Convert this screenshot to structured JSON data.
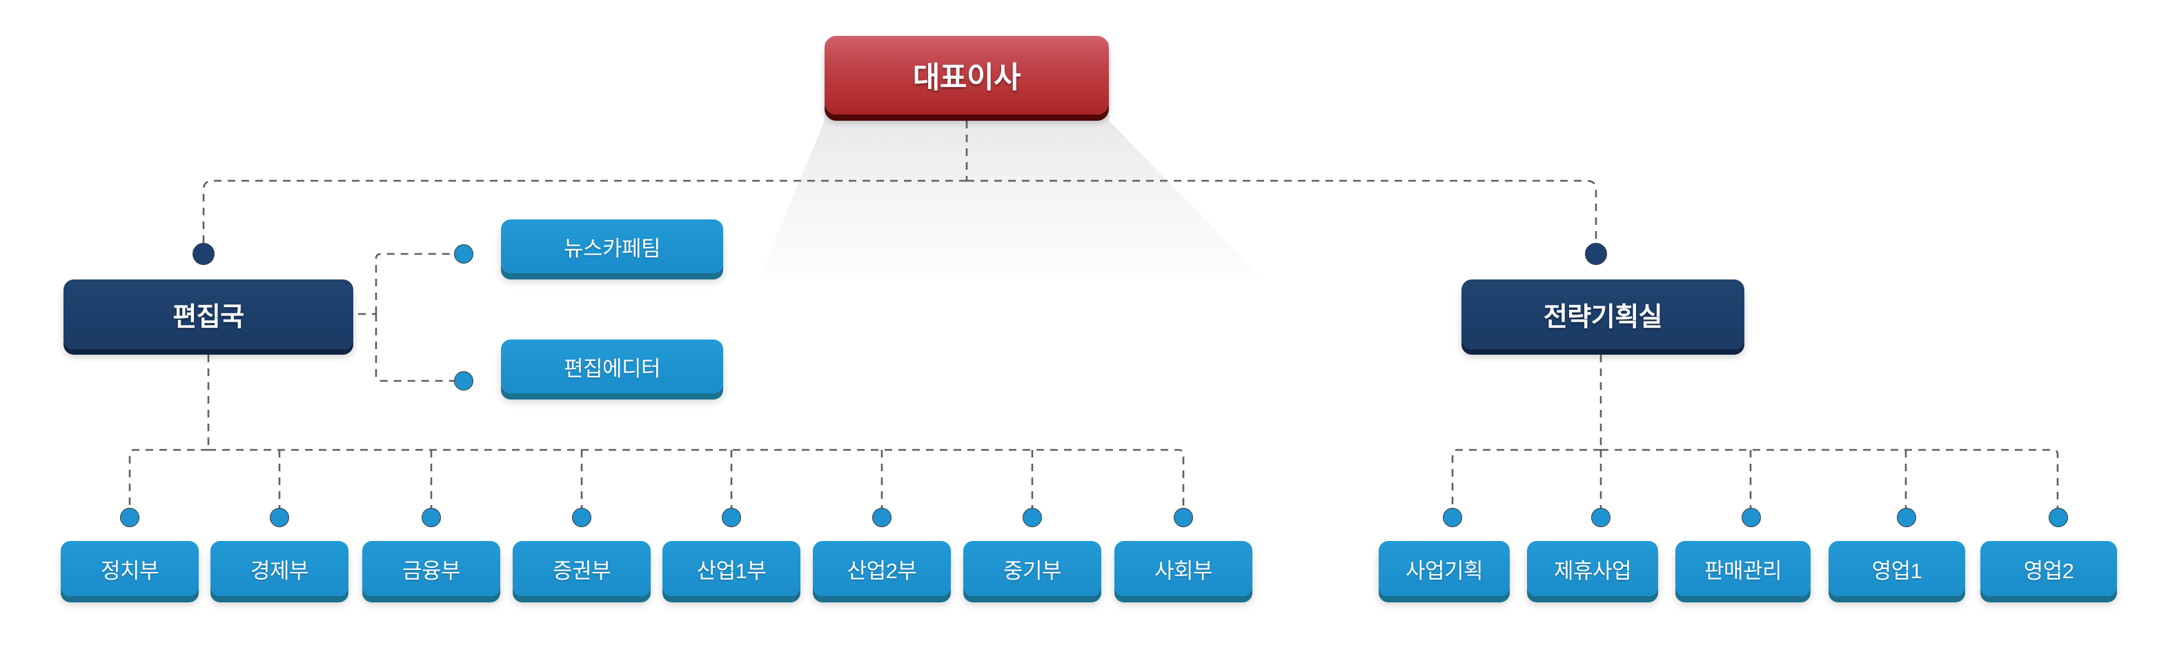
{
  "chart_title": "",
  "colors": {
    "background": "#ffffff",
    "ceo_red_top": "#d2606a",
    "ceo_red_bottom": "#a82527",
    "ceo_red_edge": "#520707",
    "navy": "#1e4070",
    "navy_edge": "#0f2342",
    "light_blue": "#1e93d0",
    "light_blue_edge": "#19708f",
    "connector_line": "#5f5f5f",
    "text": "#ffffff"
  },
  "root": {
    "label": "대표이사"
  },
  "divisions": [
    {
      "label": "편집국"
    },
    {
      "label": "전략기획실"
    }
  ],
  "editorial_side_teams": [
    {
      "label": "뉴스카페팀"
    },
    {
      "label": "편집에디터"
    }
  ],
  "editorial_departments": [
    {
      "label": "정치부"
    },
    {
      "label": "경제부"
    },
    {
      "label": "금융부"
    },
    {
      "label": "증권부"
    },
    {
      "label": "산업1부"
    },
    {
      "label": "산업2부"
    },
    {
      "label": "중기부"
    },
    {
      "label": "사회부"
    }
  ],
  "strategy_departments": [
    {
      "label": "사업기획"
    },
    {
      "label": "제휴사업"
    },
    {
      "label": "판매관리"
    },
    {
      "label": "영업1"
    },
    {
      "label": "영업2"
    }
  ]
}
